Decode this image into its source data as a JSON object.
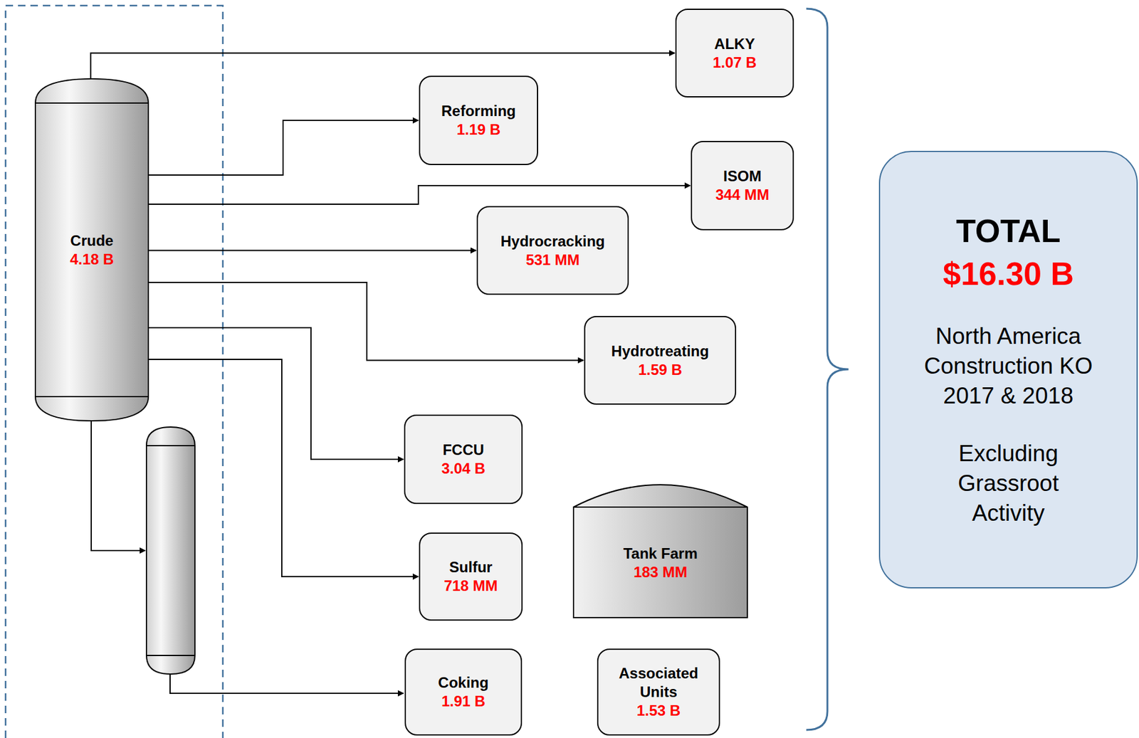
{
  "diagram": {
    "nodes": [
      {
        "text": [
          "Crude",
          "4.18 B"
        ]
      },
      {
        "text": [
          "ALKY",
          "1.07 B"
        ]
      },
      {
        "text": [
          "Reforming",
          "1.19 B"
        ]
      },
      {
        "text": [
          "ISOM",
          "344 MM"
        ]
      },
      {
        "text": [
          "Hydrocracking",
          "531 MM"
        ]
      },
      {
        "text": [
          "Hydrotreating",
          "1.59 B"
        ]
      },
      {
        "text": [
          "FCCU",
          "3.04 B"
        ]
      },
      {
        "text": [
          "Sulfur",
          "718 MM"
        ]
      },
      {
        "text": [
          "Tank Farm",
          "183 MM"
        ]
      },
      {
        "text": [
          "Coking",
          "1.91 B"
        ]
      },
      {
        "text": [
          "Associated Units",
          "1.53 B"
        ]
      },
      {
        "text": [
          "TOTAL",
          "$16.30 B",
          "North America Construction KO 2017 & 2018",
          "Excluding Grassroot Activity"
        ]
      }
    ],
    "edges": [
      {
        "from": 0,
        "to": 1,
        "arrow": "to"
      },
      {
        "from": 0,
        "to": 2,
        "arrow": "to"
      },
      {
        "from": 0,
        "to": 3,
        "arrow": "to"
      },
      {
        "from": 0,
        "to": 4,
        "arrow": "to"
      },
      {
        "from": 0,
        "to": 5,
        "arrow": "to"
      },
      {
        "from": 0,
        "to": 6,
        "arrow": "to"
      },
      {
        "from": 0,
        "to": 7,
        "arrow": "to"
      }
    ]
  }
}
